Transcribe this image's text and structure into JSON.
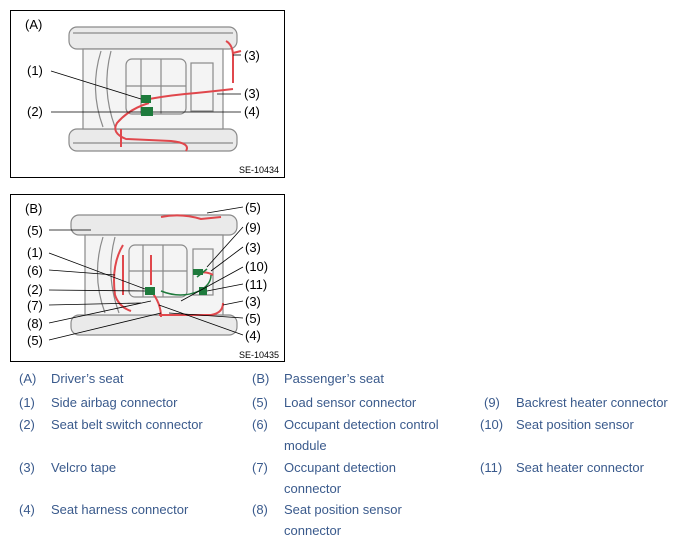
{
  "figure_a": {
    "tag": "(A)",
    "code": "SE-10434",
    "callouts": [
      "(1)",
      "(2)",
      "(3)",
      "(3)",
      "(4)"
    ]
  },
  "figure_b": {
    "tag": "(B)",
    "code": "SE-10435",
    "callouts_left": [
      "(5)",
      "(1)",
      "(6)",
      "(2)",
      "(7)",
      "(8)",
      "(5)"
    ],
    "callouts_right": [
      "(5)",
      "(9)",
      "(3)",
      "(10)",
      "(11)",
      "(3)",
      "(5)",
      "(4)"
    ]
  },
  "legend": [
    {
      "key": "(A)",
      "text": "Driver’s seat"
    },
    {
      "key": "(B)",
      "text": "Passenger’s seat"
    },
    {
      "key": "(1)",
      "text": "Side airbag connector"
    },
    {
      "key": "(5)",
      "text": "Load sensor connector"
    },
    {
      "key": "(9)",
      "text": "Backrest heater connector"
    },
    {
      "key": "(2)",
      "text": "Seat belt switch connector"
    },
    {
      "key": "(6)",
      "text": "Occupant detection control module"
    },
    {
      "key": "(10)",
      "text": "Seat position sensor"
    },
    {
      "key": "(3)",
      "text": "Velcro tape"
    },
    {
      "key": "(7)",
      "text": "Occupant detection connector"
    },
    {
      "key": "(11)",
      "text": "Seat heater connector"
    },
    {
      "key": "(4)",
      "text": "Seat harness connector"
    },
    {
      "key": "(8)",
      "text": "Seat position sensor connector"
    }
  ],
  "colors": {
    "harness": "#e0474c",
    "connector": "#1e7a3c",
    "frame": "#9a9a9a",
    "legend_text": "#3a5a8c"
  }
}
